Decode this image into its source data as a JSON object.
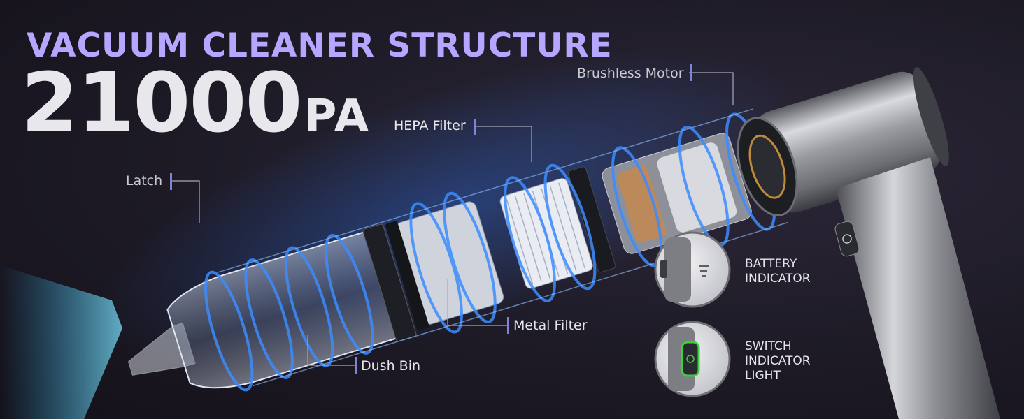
{
  "headline": {
    "title": "VACUUM CLEANER STRUCTURE",
    "suction_value": "21000",
    "suction_unit": "PA"
  },
  "callouts": {
    "brushless_motor": "Brushless Motor",
    "hepa_filter": "HEPA Filter",
    "latch": "Latch",
    "metal_filter": "Metal Filter",
    "dust_bin": "Dush Bin"
  },
  "insets": {
    "battery": {
      "line1": "BATTERY",
      "line2": "INDICATOR"
    },
    "switch": {
      "line1": "SWITCH",
      "line2": "INDICATOR",
      "line3": "LIGHT"
    }
  },
  "colors": {
    "headline": "#b7a6ff",
    "glow": "#2f7bff",
    "indicator_green": "#3bd23b"
  }
}
